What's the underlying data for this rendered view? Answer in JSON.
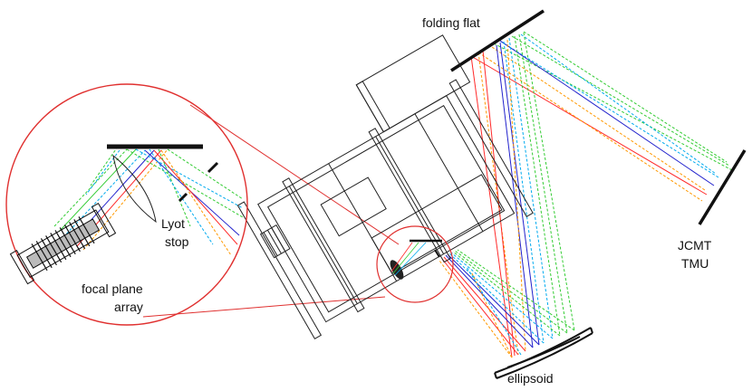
{
  "labels": {
    "folding_flat": "folding flat",
    "jcmt_tmu_line1": "JCMT",
    "jcmt_tmu_line2": "TMU",
    "ellipsoid": "ellipsoid",
    "lyot_stop_line1": "Lyot",
    "lyot_stop_line2": "stop",
    "focal_plane_line1": "focal plane",
    "focal_plane_line2": "array"
  },
  "colors": {
    "zoom_lines": "#e0302f",
    "outline": "#222222",
    "ray_colors": [
      "#ff2a2a",
      "#2222cc",
      "#00aaee",
      "#33cc33",
      "#ff9900"
    ]
  }
}
